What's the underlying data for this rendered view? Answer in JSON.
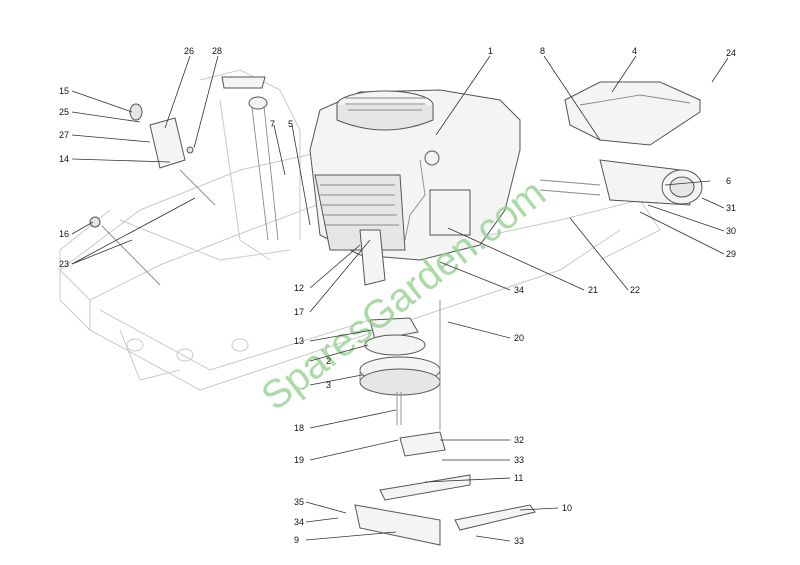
{
  "watermark": "SparesGarden.com",
  "labels": [
    {
      "id": "1",
      "text": "1"
    },
    {
      "id": "2",
      "text": "2"
    },
    {
      "id": "3",
      "text": "3"
    },
    {
      "id": "4",
      "text": "4"
    },
    {
      "id": "5",
      "text": "5"
    },
    {
      "id": "6",
      "text": "6"
    },
    {
      "id": "7",
      "text": "7"
    },
    {
      "id": "8",
      "text": "8"
    },
    {
      "id": "9",
      "text": "9"
    },
    {
      "id": "10",
      "text": "10"
    },
    {
      "id": "11",
      "text": "11"
    },
    {
      "id": "12",
      "text": "12"
    },
    {
      "id": "13",
      "text": "13"
    },
    {
      "id": "14",
      "text": "14"
    },
    {
      "id": "15",
      "text": "15"
    },
    {
      "id": "16",
      "text": "16"
    },
    {
      "id": "17",
      "text": "17"
    },
    {
      "id": "18",
      "text": "18"
    },
    {
      "id": "19",
      "text": "19"
    },
    {
      "id": "20",
      "text": "20"
    },
    {
      "id": "21",
      "text": "21"
    },
    {
      "id": "22",
      "text": "22"
    },
    {
      "id": "23",
      "text": "23"
    },
    {
      "id": "24",
      "text": "24"
    },
    {
      "id": "25",
      "text": "25"
    },
    {
      "id": "26",
      "text": "26"
    },
    {
      "id": "27",
      "text": "27"
    },
    {
      "id": "28",
      "text": "28"
    },
    {
      "id": "29",
      "text": "29"
    },
    {
      "id": "30",
      "text": "30"
    },
    {
      "id": "31",
      "text": "31"
    },
    {
      "id": "32",
      "text": "32"
    },
    {
      "id": "33a",
      "text": "33"
    },
    {
      "id": "33b",
      "text": "33"
    },
    {
      "id": "34a",
      "text": "34"
    },
    {
      "id": "34b",
      "text": "34"
    },
    {
      "id": "35",
      "text": "35"
    }
  ]
}
